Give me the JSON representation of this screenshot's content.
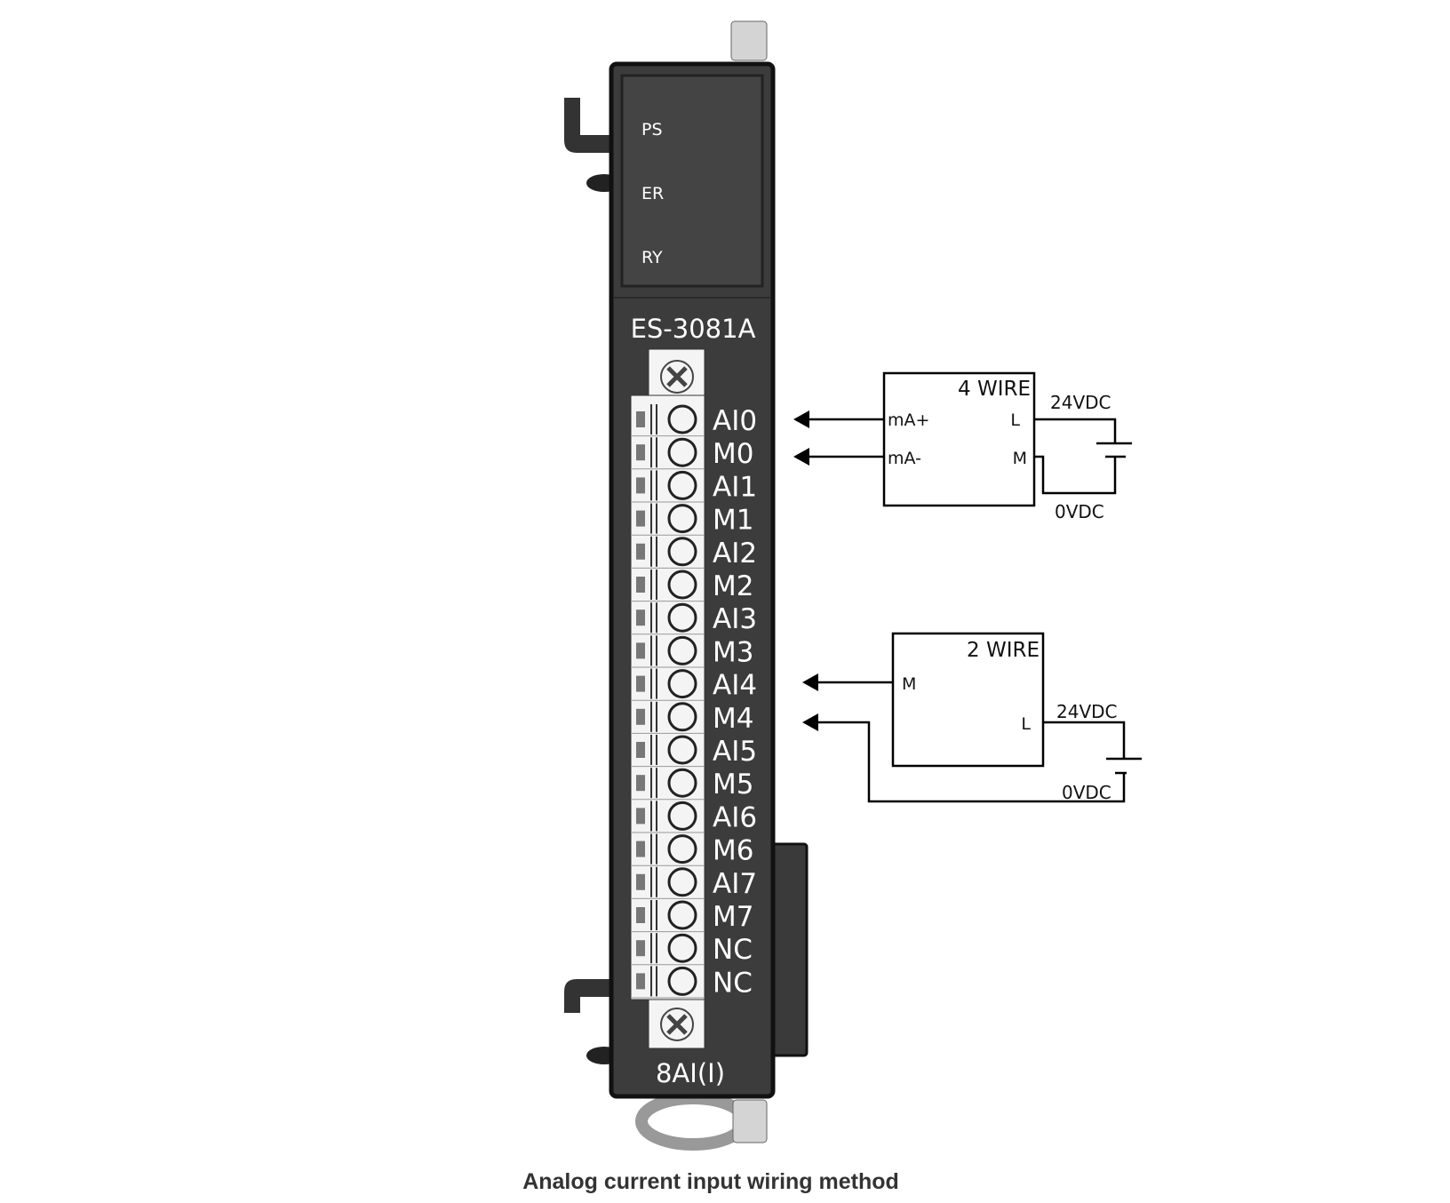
{
  "module": {
    "model": "ES-3081A",
    "type_label": "8AI(I)",
    "leds": [
      "PS",
      "ER",
      "RY"
    ],
    "terminals": [
      "AI0",
      "M0",
      "AI1",
      "M1",
      "AI2",
      "M2",
      "AI3",
      "M3",
      "AI4",
      "M4",
      "AI5",
      "M5",
      "AI6",
      "M6",
      "AI7",
      "M7",
      "NC",
      "NC"
    ]
  },
  "four_wire": {
    "title": "4 WIRE",
    "pin_plus": "mA+",
    "pin_minus": "mA-",
    "pin_l": "L",
    "pin_m": "M",
    "supply_pos": "24VDC",
    "supply_neg": "0VDC"
  },
  "two_wire": {
    "title": "2 WIRE",
    "pin_m": "M",
    "pin_l": "L",
    "supply_pos": "24VDC",
    "supply_neg": "0VDC"
  },
  "caption": "Analog current input wiring method",
  "colors": {
    "body": "#3c3c3c",
    "edge": "#111111",
    "terminal": "#f4f4f4"
  }
}
